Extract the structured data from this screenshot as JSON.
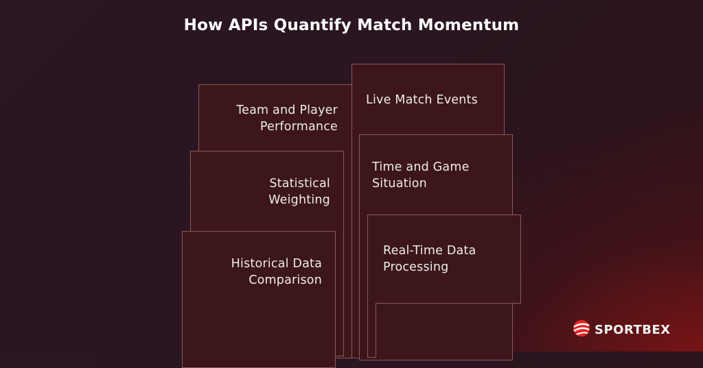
{
  "title": "How APIs Quantify Match Momentum",
  "left_boxes": [
    {
      "label": "Team and Player\nPerformance"
    },
    {
      "label": "Statistical\nWeighting"
    },
    {
      "label": "Historical Data\nComparison"
    }
  ],
  "right_boxes": [
    {
      "label": "Live Match Events"
    },
    {
      "label": "Time and Game\nSituation"
    },
    {
      "label": "Real-Time Data\nProcessing"
    }
  ],
  "logo": {
    "text": "SPORTBEX",
    "icon": "sportbex-ball-icon"
  },
  "colors": {
    "box_fill": "#3c1618",
    "box_border": "#8c5a5c",
    "logo_accent": "#e22424"
  }
}
